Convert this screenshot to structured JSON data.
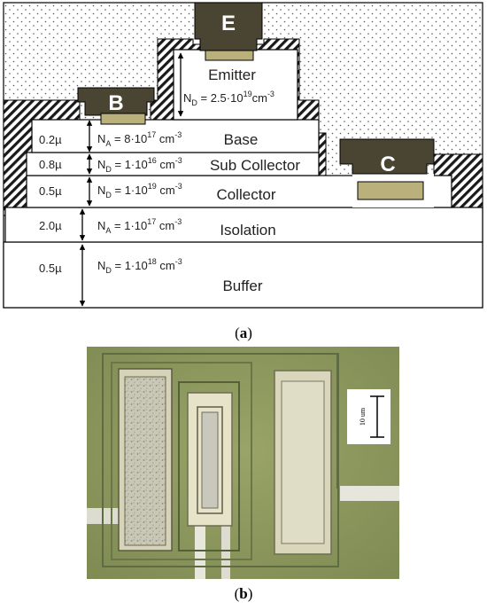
{
  "figure_a": {
    "caption": {
      "open": "(",
      "letter": "a",
      "close": ")"
    },
    "contacts": {
      "emitter": "E",
      "base": "B",
      "collector": "C"
    },
    "layers": {
      "emitter": {
        "name": "Emitter",
        "dop_sym": "N",
        "dop_sub": "D",
        "dop_val": " = 2.5·10",
        "dop_exp": "19",
        "dop_unit": "cm",
        "dop_unit_exp": "-3"
      },
      "base": {
        "name": "Base",
        "thickness": "0.2µ",
        "dop_sym": "N",
        "dop_sub": "A",
        "dop_val": " = 8·10",
        "dop_exp": "17",
        "dop_unit": " cm",
        "dop_unit_exp": "-3"
      },
      "subcollector": {
        "name": "Sub Collector",
        "thickness": "0.8µ",
        "dop_sym": "N",
        "dop_sub": "D",
        "dop_val": " = 1·10",
        "dop_exp": "16",
        "dop_unit": " cm",
        "dop_unit_exp": "-3"
      },
      "collector": {
        "name": "Collector",
        "thickness": "0.5µ",
        "dop_sym": "N",
        "dop_sub": "D",
        "dop_val": " = 1·10",
        "dop_exp": "19",
        "dop_unit": " cm",
        "dop_unit_exp": "-3"
      },
      "isolation": {
        "name": "Isolation",
        "thickness": "2.0µ",
        "dop_sym": "N",
        "dop_sub": "A",
        "dop_val": " = 1·10",
        "dop_exp": "17",
        "dop_unit": " cm",
        "dop_unit_exp": "-3"
      },
      "buffer": {
        "name": "Buffer",
        "thickness": "0.5µ",
        "dop_sym": "N",
        "dop_sub": "D",
        "dop_val": " = 1·10",
        "dop_exp": "18",
        "dop_unit": " cm",
        "dop_unit_exp": "-3"
      }
    }
  },
  "figure_b": {
    "caption": {
      "open": "(",
      "letter": "b",
      "close": ")"
    },
    "scale_bar_label": "10 um",
    "colors": {
      "background": "#8e9a5d",
      "metal": "#d8d4b4",
      "trace": "#e9e8e0"
    }
  }
}
